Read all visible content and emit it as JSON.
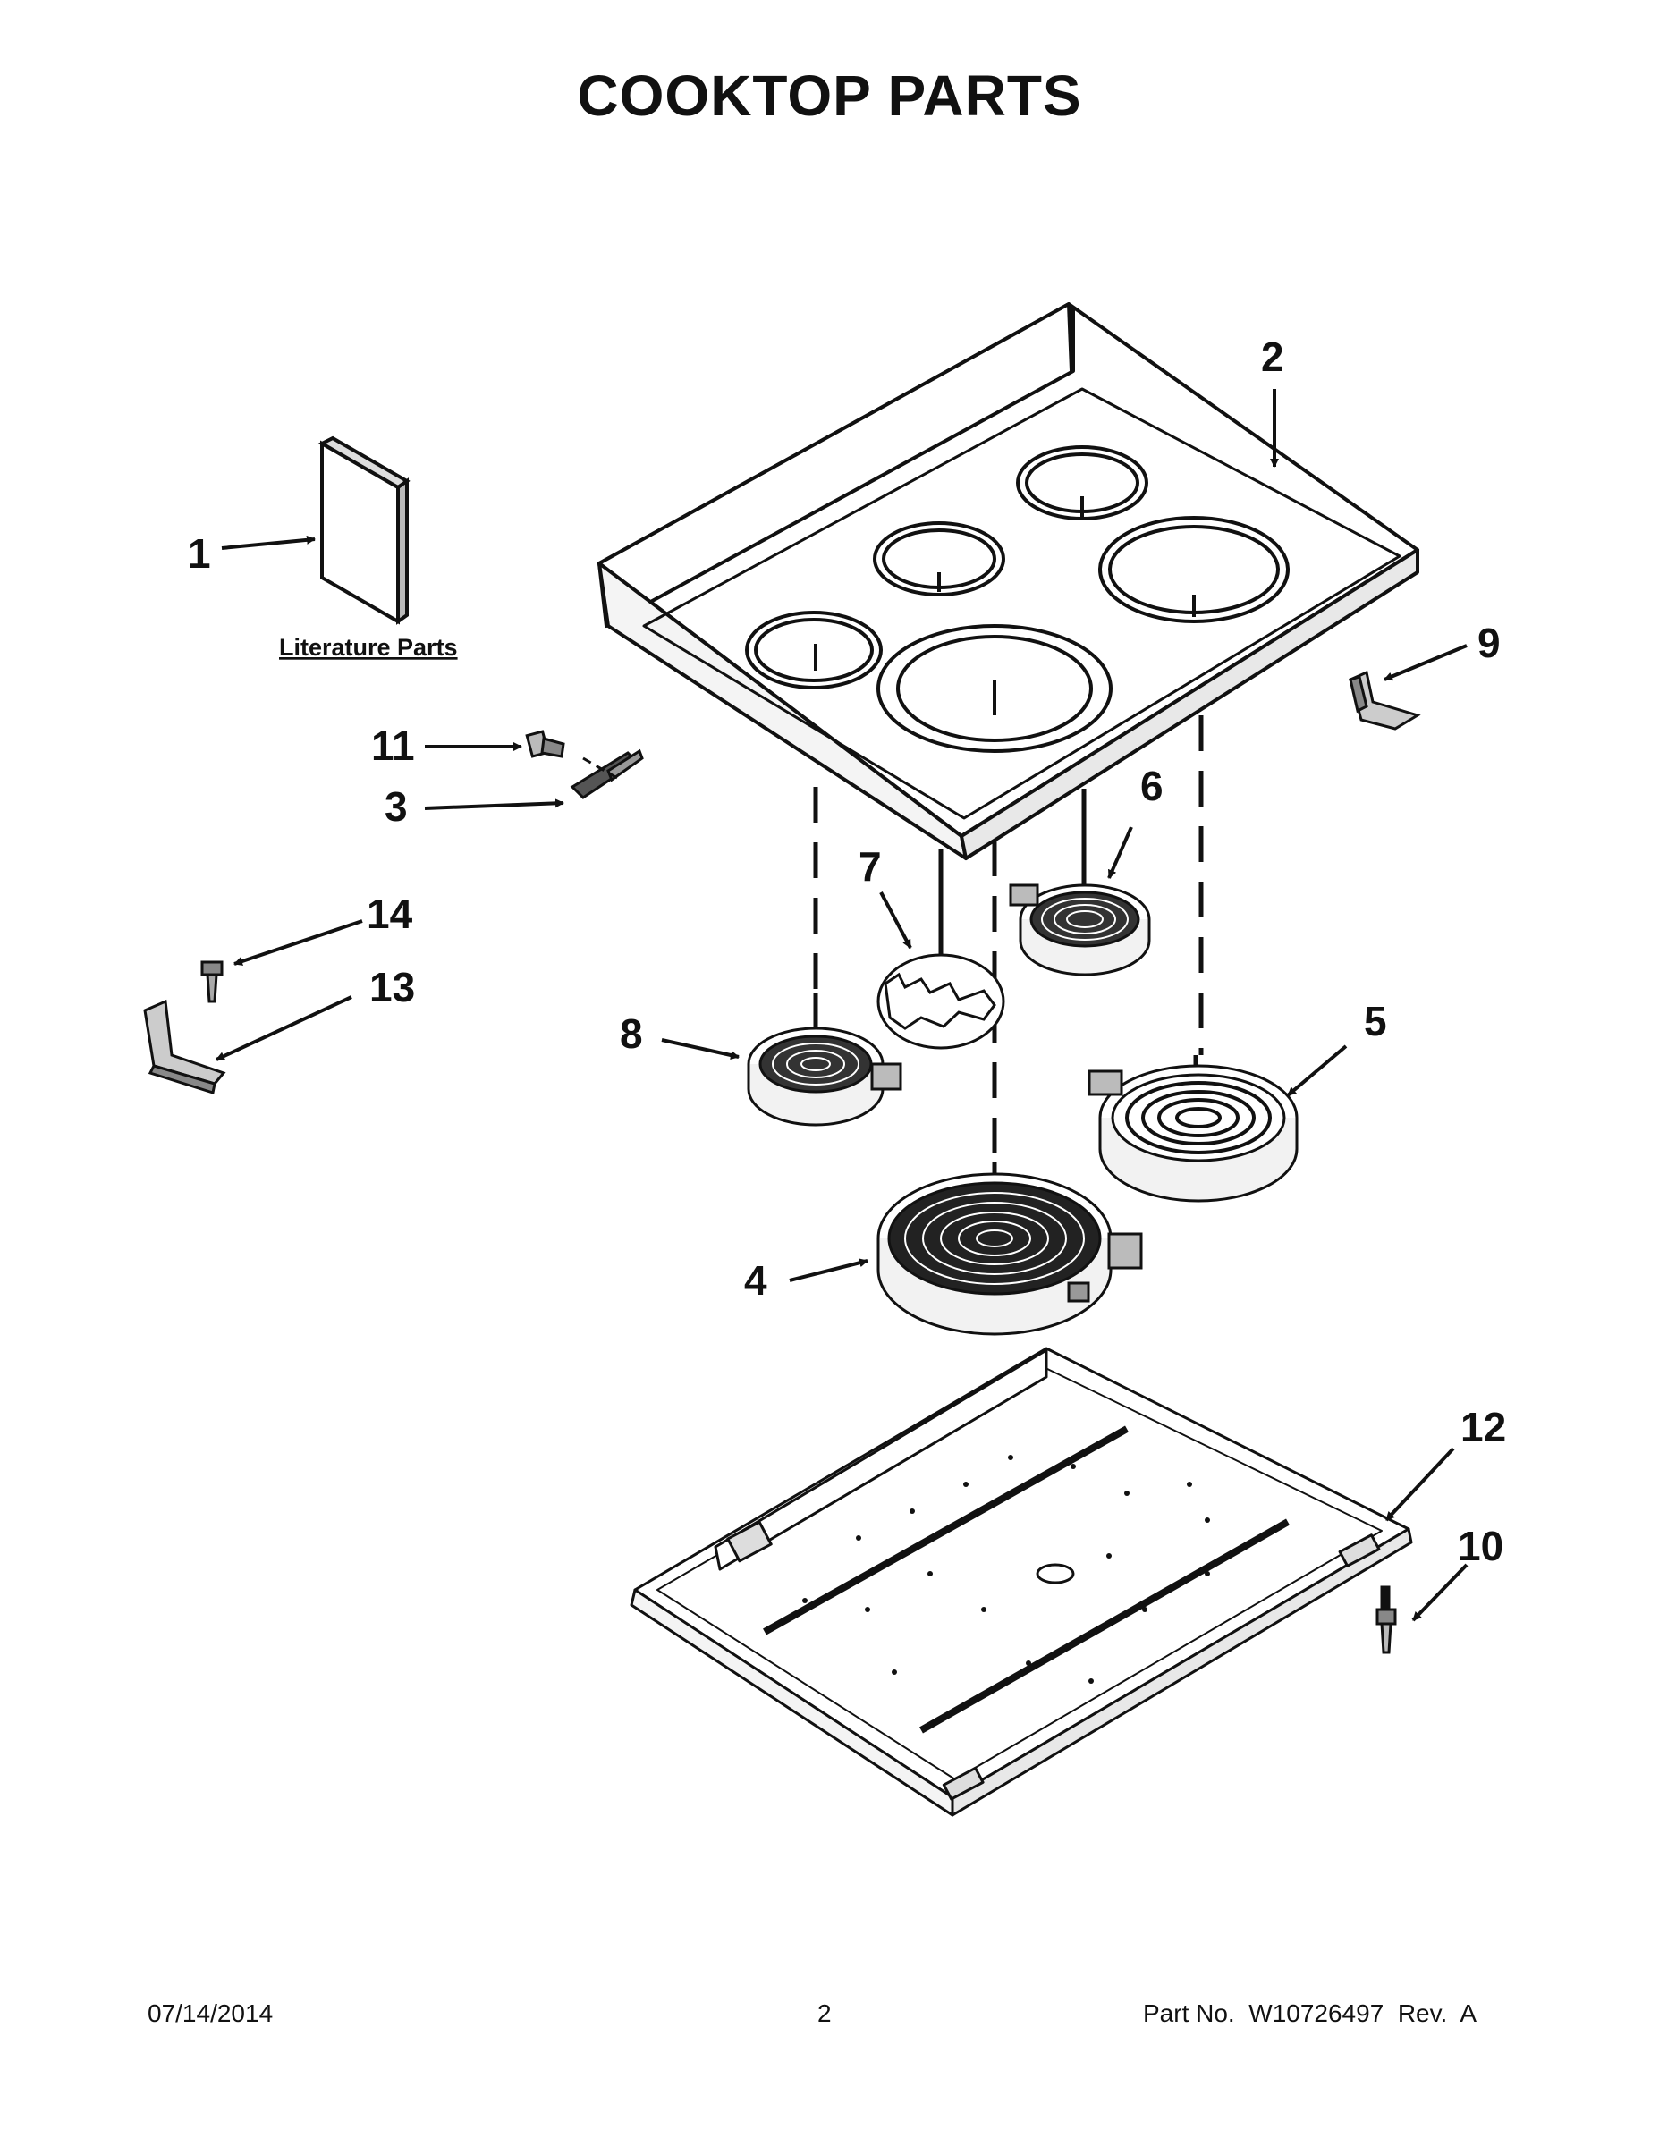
{
  "title": "COOKTOP PARTS",
  "literature_label": "Literature Parts",
  "callouts": {
    "c1": "1",
    "c2": "2",
    "c3": "3",
    "c4": "4",
    "c5": "5",
    "c6": "6",
    "c7": "7",
    "c8": "8",
    "c9": "9",
    "c10": "10",
    "c11": "11",
    "c12": "12",
    "c13": "13",
    "c14": "14"
  },
  "footer": {
    "date": "07/14/2014",
    "page": "2",
    "part_no": "Part No.  W10726497  Rev.  A"
  }
}
